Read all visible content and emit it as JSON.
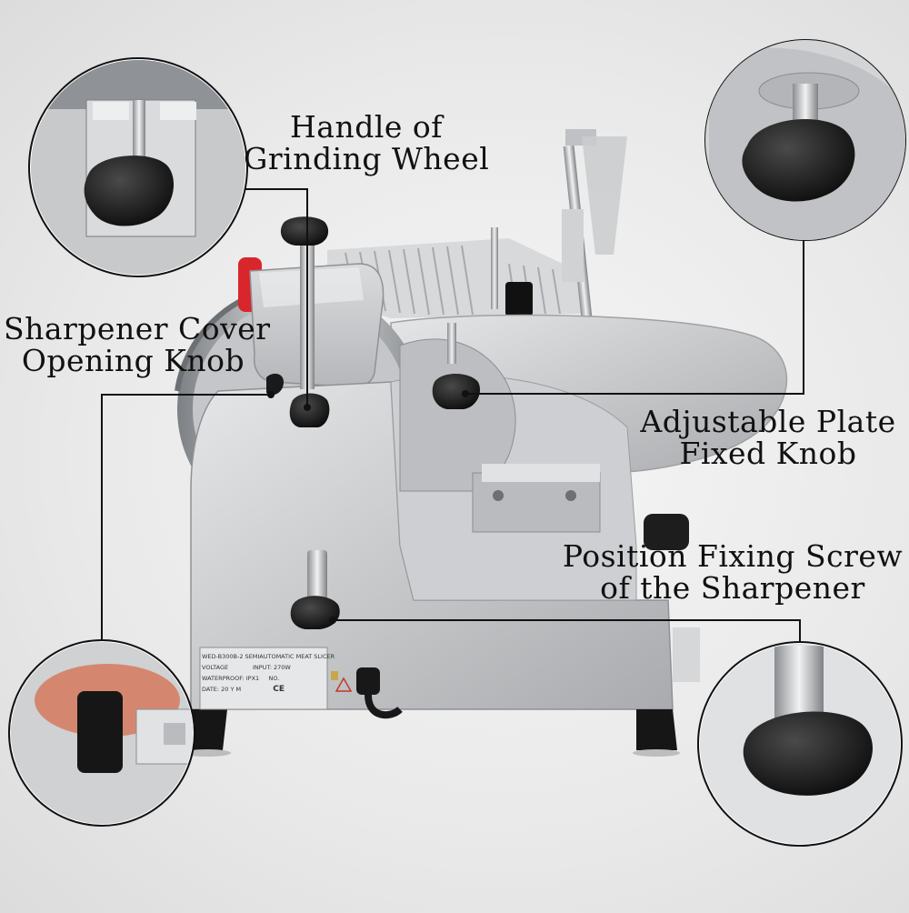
{
  "labels": {
    "grinding_wheel": {
      "line1": "Handle of",
      "line2": "Grinding Wheel"
    },
    "sharpener_cover": {
      "line1": "Sharpener Cover",
      "line2": "Opening Knob"
    },
    "plate_knob": {
      "line1": "Adjustable Plate",
      "line2": "Fixed Knob"
    },
    "position_screw": {
      "line1": "Position Fixing Screw",
      "line2": "of the Sharpener"
    }
  },
  "nameplate": {
    "model": "WED-B300B-2 SEMIAUTOMATIC MEAT SLICER",
    "voltage": "VOLTAGE",
    "input": "INPUT: 270W",
    "waterproof": "WATERPROOF: IPX1",
    "no": "NO.",
    "date": "DATE: 20  Y  M",
    "ce": "CE"
  },
  "colors": {
    "knob": "#1a1a1a",
    "aluminum": "#c9cbcd",
    "callout_line": "#111111",
    "red_button": "#d8262c"
  },
  "icons": [
    "star-knob-icon",
    "ce-mark-icon",
    "warning-triangle-icon",
    "power-cord-icon"
  ]
}
